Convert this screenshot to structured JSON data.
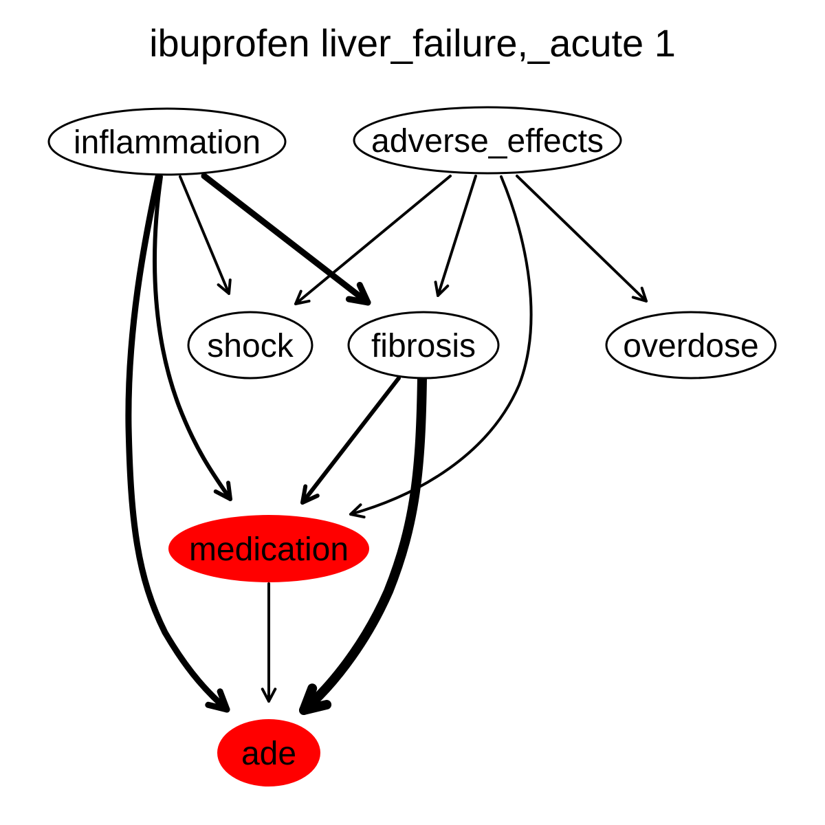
{
  "title": "ibuprofen liver_failure,_acute 1",
  "colors": {
    "highlight": "#ff0000",
    "default_fill": "#ffffff",
    "stroke": "#000000"
  },
  "nodes": [
    {
      "id": "inflammation",
      "label": "inflammation",
      "highlighted": false
    },
    {
      "id": "adverse_effects",
      "label": "adverse_effects",
      "highlighted": false
    },
    {
      "id": "shock",
      "label": "shock",
      "highlighted": false
    },
    {
      "id": "fibrosis",
      "label": "fibrosis",
      "highlighted": false
    },
    {
      "id": "overdose",
      "label": "overdose",
      "highlighted": false
    },
    {
      "id": "medication",
      "label": "medication",
      "highlighted": true
    },
    {
      "id": "ade",
      "label": "ade",
      "highlighted": true
    }
  ],
  "edges": [
    {
      "from": "inflammation",
      "to": "shock",
      "weight": "thin"
    },
    {
      "from": "inflammation",
      "to": "fibrosis",
      "weight": "thick"
    },
    {
      "from": "inflammation",
      "to": "medication",
      "weight": "medium"
    },
    {
      "from": "inflammation",
      "to": "ade",
      "weight": "thick"
    },
    {
      "from": "adverse_effects",
      "to": "shock",
      "weight": "thin"
    },
    {
      "from": "adverse_effects",
      "to": "fibrosis",
      "weight": "thin"
    },
    {
      "from": "adverse_effects",
      "to": "medication",
      "weight": "thin"
    },
    {
      "from": "adverse_effects",
      "to": "overdose",
      "weight": "thin"
    },
    {
      "from": "fibrosis",
      "to": "medication",
      "weight": "medium"
    },
    {
      "from": "fibrosis",
      "to": "ade",
      "weight": "thickest"
    },
    {
      "from": "medication",
      "to": "ade",
      "weight": "thin"
    }
  ]
}
